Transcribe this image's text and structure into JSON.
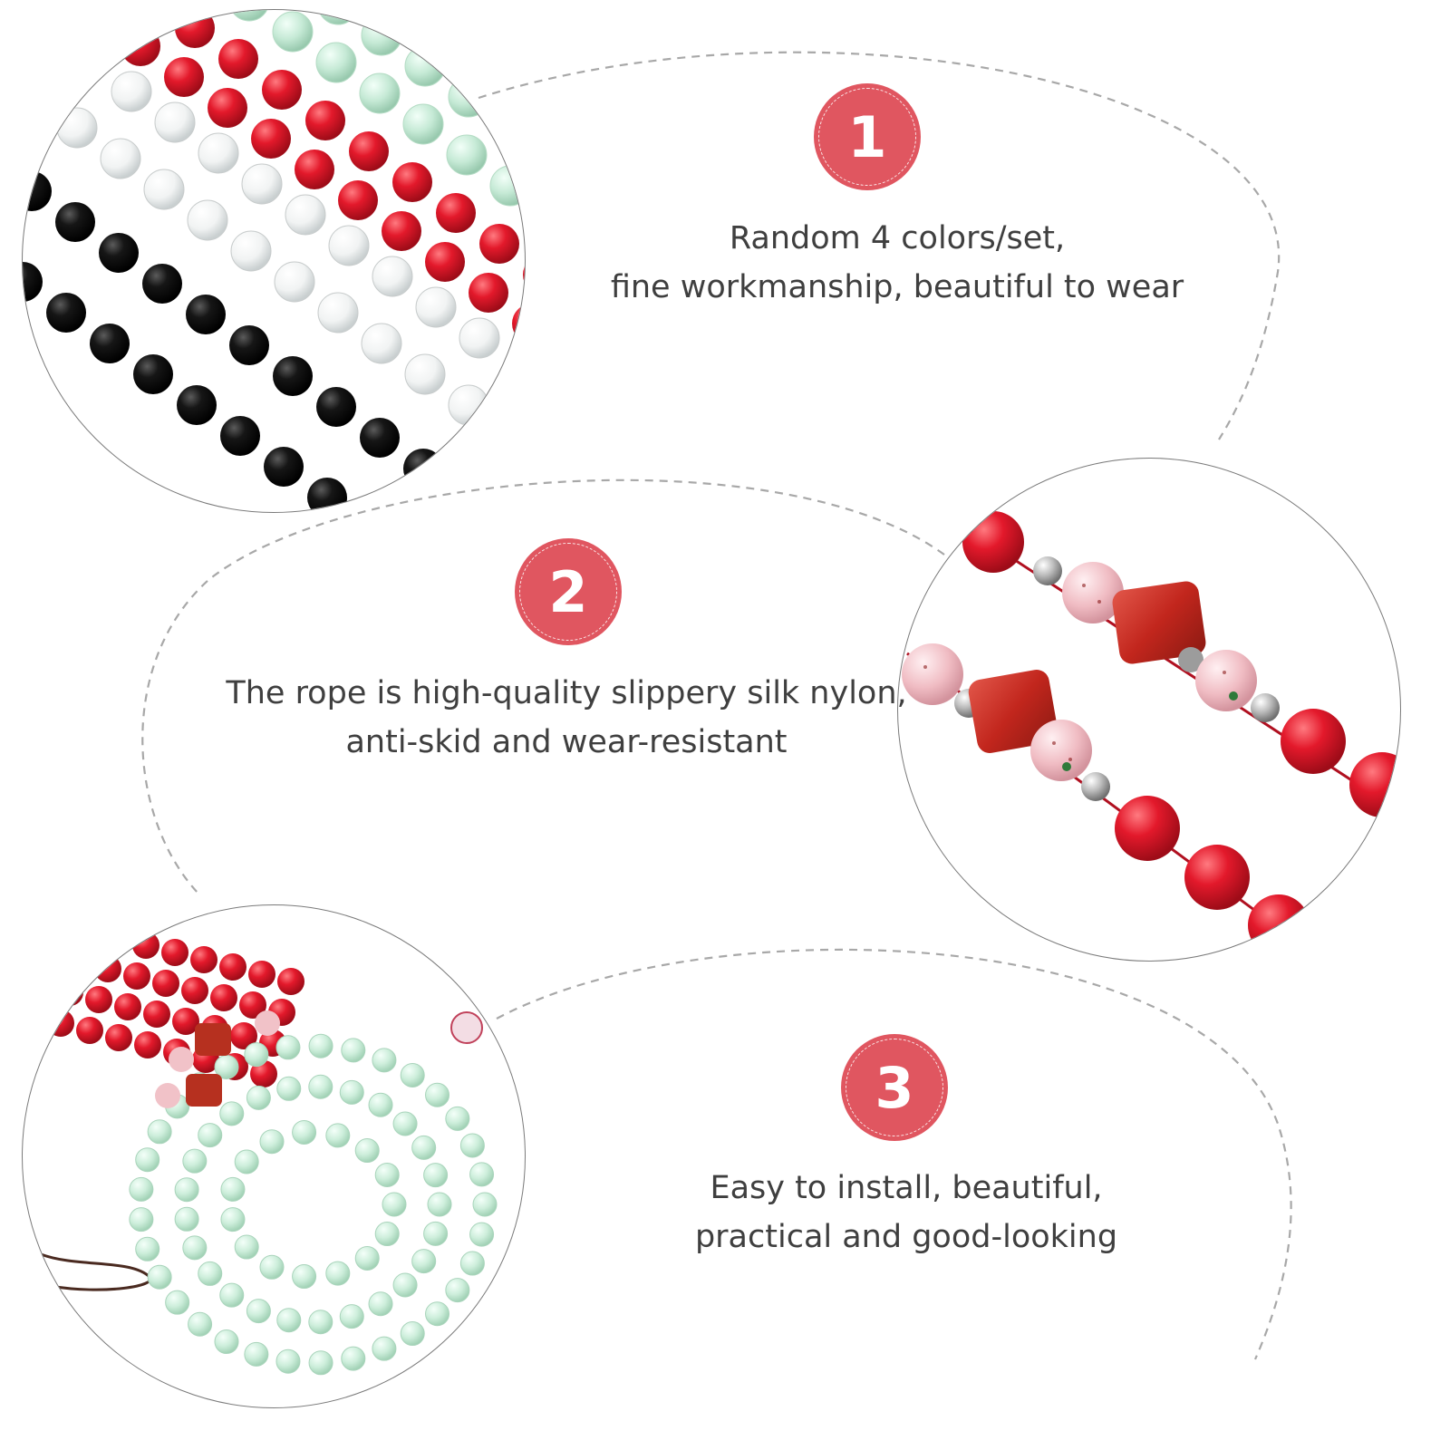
{
  "features": [
    {
      "number": "1",
      "lines": [
        "Random 4 colors/set,",
        "fine workmanship, beautiful to wear"
      ]
    },
    {
      "number": "2",
      "lines": [
        "The rope is high-quality slippery silk nylon,",
        "anti-skid and wear-resistant"
      ]
    },
    {
      "number": "3",
      "lines": [
        "Easy to install, beautiful,",
        "practical and good-looking"
      ]
    }
  ],
  "colors": {
    "badge": "#e05660",
    "text": "#3f3f3f",
    "dashed_line": "#a8a8a8",
    "bead_red": "#d8172a",
    "bead_black": "#111111",
    "bead_clear": "#f2f4f4",
    "bead_green": "#c9ecd9",
    "bead_pink": "#f1c2c8"
  },
  "photos": [
    {
      "depicts": "strands-of-black-clear-red-green-beads"
    },
    {
      "depicts": "close-up-of-red-and-ceramic-beads"
    },
    {
      "depicts": "coiled-green-bead-chain-with-red-strands"
    }
  ]
}
